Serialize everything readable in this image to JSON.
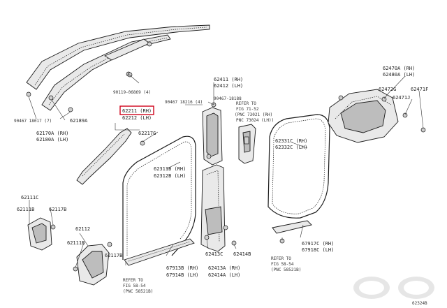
{
  "diagram": {
    "highlight_color": "#d0021b",
    "labels": {
      "p62211": "62211 (RH)",
      "p62212": "62212 (LH)",
      "p90119": "90119-06869 (4)",
      "p90467_left": "90467 18017 (7)",
      "p62189a": "62189A",
      "p62170a": "62170A (RH)",
      "p62180a": "62180A (LH)",
      "p62217g": "62217G",
      "p62311b": "62311B (RH)",
      "p62312b": "62312B (LH)",
      "p90467_mid": "90467 18216 (4)",
      "p62411": "62411 (RH)",
      "p62412": "62412 (LH)",
      "p90467_right": "90467-18188",
      "refer_fig_7152": "REFER TO",
      "refer_fig_7152_b": "FIG 71-52",
      "refer_fig_7152_c": "(PNC 73021 (RH)",
      "refer_fig_7152_d": "PNC 73024 (LH))",
      "p62331c": "62331C (RH)",
      "p62332c": "62332C (LH)",
      "p62470a": "62470A (RH)",
      "p62480a": "62480A (LH)",
      "p62472g": "62472G",
      "p62471f": "62471F",
      "p62471j": "62471J",
      "p62111c": "62111C",
      "p62111b_top": "62111B",
      "p62117b_top": "62117B",
      "p62112": "62112",
      "p62111b_bot": "62111B",
      "p62117b_bot": "62117B",
      "p67913b": "67913B (RH)",
      "p67914b": "67914B (LH)",
      "p62413c": "62413C",
      "p62414b": "62414B",
      "p62413a": "62413A (RH)",
      "p62414a": "62414A (LH)",
      "p67917c": "67917C (RH)",
      "p67918c": "67918C (LH)",
      "refer_fig_5854_r": "REFER TO",
      "refer_fig_5854_r_b": "FIG 58-54",
      "refer_fig_5854_r_c": "(PNC 58521B)",
      "refer_fig_5854_l": "REFER TO",
      "refer_fig_5854_l_b": "FIG 58-54",
      "refer_fig_5854_l_c": "(PNC 58521B)",
      "code": "62324B"
    }
  }
}
